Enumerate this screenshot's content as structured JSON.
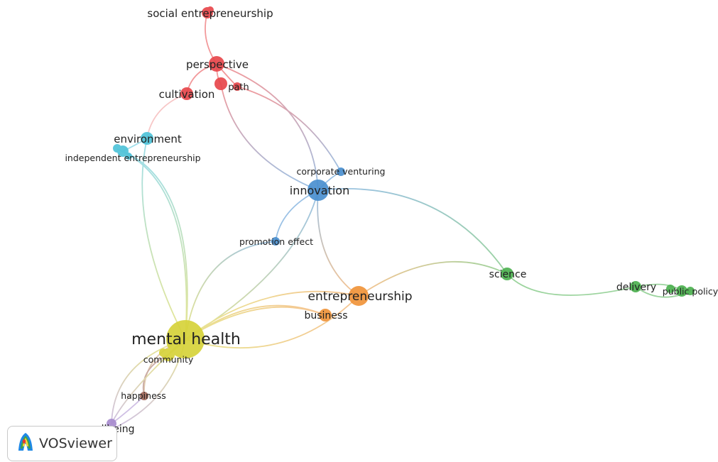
{
  "network": {
    "nodes": [
      {
        "id": "social_entrepreneurship",
        "label": "social entrepreneurship",
        "cluster": "red"
      },
      {
        "id": "perspective",
        "label": "perspective",
        "cluster": "red"
      },
      {
        "id": "path",
        "label": "path",
        "cluster": "red"
      },
      {
        "id": "cultivation",
        "label": "cultivation",
        "cluster": "red"
      },
      {
        "id": "environment",
        "label": "environment",
        "cluster": "cyan"
      },
      {
        "id": "independent_entrepreneurship",
        "label": "independent entrepreneurship",
        "cluster": "cyan"
      },
      {
        "id": "corporate_venturing",
        "label": "corporate venturing",
        "cluster": "blue"
      },
      {
        "id": "innovation",
        "label": "innovation",
        "cluster": "blue"
      },
      {
        "id": "promotion_effect",
        "label": "promotion effect",
        "cluster": "blue"
      },
      {
        "id": "science",
        "label": "science",
        "cluster": "green"
      },
      {
        "id": "delivery",
        "label": "delivery",
        "cluster": "green"
      },
      {
        "id": "public_policy",
        "label": "public policy",
        "cluster": "green"
      },
      {
        "id": "entrepreneurship",
        "label": "entrepreneurship",
        "cluster": "orange"
      },
      {
        "id": "business",
        "label": "business",
        "cluster": "orange"
      },
      {
        "id": "mental_health",
        "label": "mental health",
        "cluster": "yellow"
      },
      {
        "id": "community",
        "label": "community",
        "cluster": "yellow"
      },
      {
        "id": "happiness",
        "label": "happiness",
        "cluster": "brown"
      },
      {
        "id": "wellbeing",
        "label": "wellbeing",
        "cluster": "purple"
      }
    ],
    "cluster_colors": {
      "red": "#e8474b",
      "cyan": "#4fc3d9",
      "blue": "#4a90d0",
      "green": "#4db150",
      "orange": "#f0943a",
      "yellow": "#d6d23a",
      "brown": "#a0675a",
      "purple": "#a88ccf"
    }
  },
  "brand": {
    "logo_text": "VOSviewer",
    "logo_icon": "vosviewer-heatmap-icon"
  }
}
